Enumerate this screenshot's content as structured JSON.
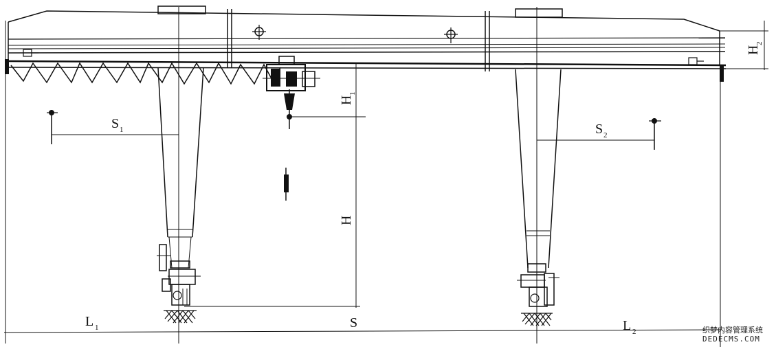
{
  "labels": {
    "H2": {
      "main": "H",
      "sub": "2"
    },
    "H1": {
      "main": "H",
      "sub": "1"
    },
    "H": {
      "main": "H"
    },
    "S1": {
      "main": "S",
      "sub": "1"
    },
    "S2": {
      "main": "S",
      "sub": "2"
    },
    "S": {
      "main": "S"
    },
    "L1": {
      "main": "L",
      "sub": "1"
    },
    "L2": {
      "main": "L",
      "sub": "2"
    }
  },
  "watermark": {
    "line1": "织梦内容管理系统",
    "line2": "DEDECMS.COM"
  },
  "colors": {
    "ink": "#111111",
    "paper": "#ffffff"
  }
}
